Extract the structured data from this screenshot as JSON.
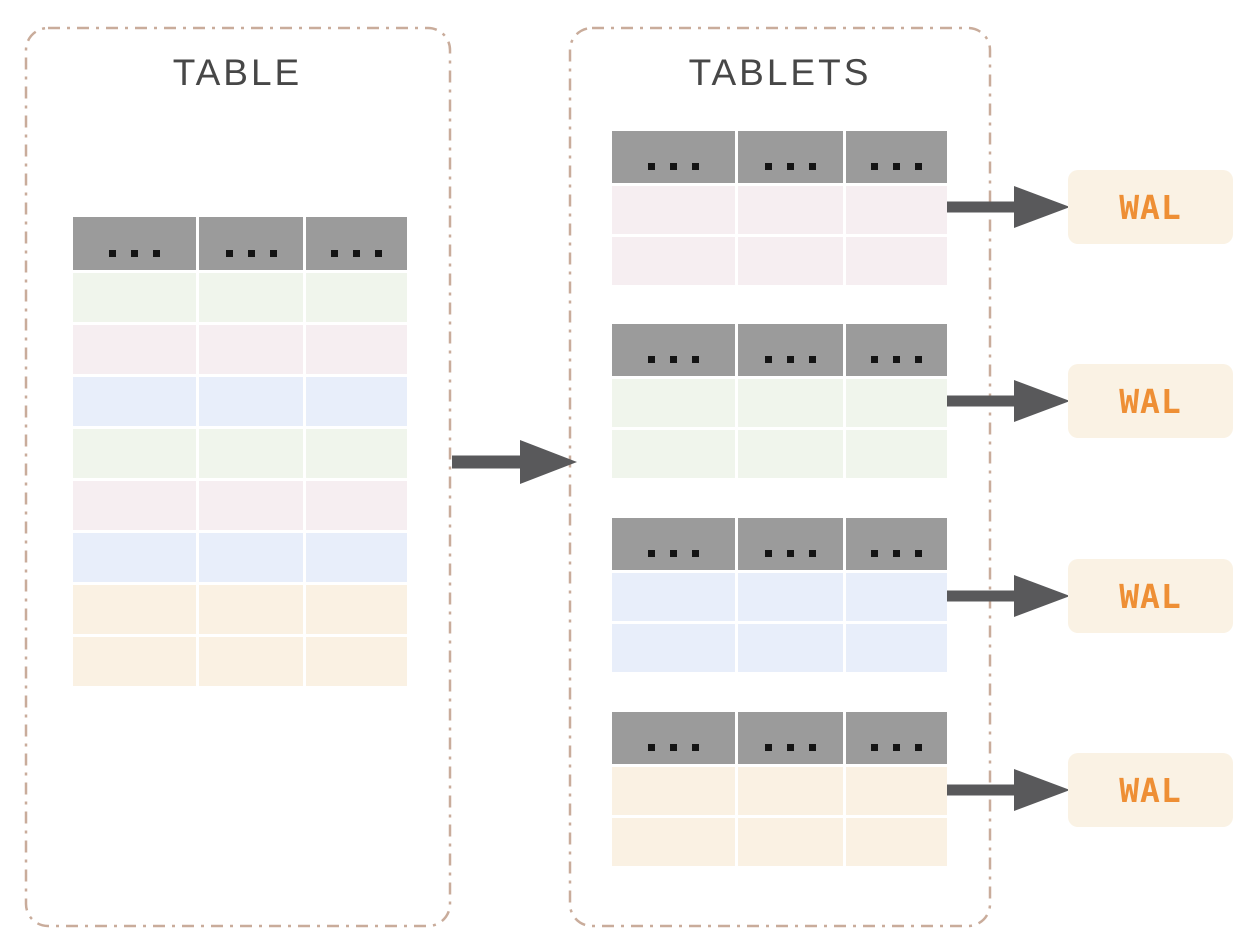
{
  "colors": {
    "border": "#c9ac9b",
    "header_gray": "#9b9b9b",
    "dot_black": "#141414",
    "arrow_gray": "#59595b",
    "title_text": "#474747",
    "wal_bg": "#faf2e4",
    "wal_text": "#ee8f35",
    "row_green": "#f0f5ec",
    "row_pink": "#f6eef1",
    "row_blue": "#e8eefa",
    "row_orange": "#faf1e3"
  },
  "grid": {
    "columns": 3,
    "header_ellipsis": "..."
  },
  "table_panel": {
    "title": "TABLE",
    "row_colors": [
      "green",
      "pink",
      "blue",
      "green",
      "pink",
      "blue",
      "orange",
      "orange"
    ]
  },
  "tablets_panel": {
    "title": "TABLETS",
    "tablets": [
      {
        "row_color": "pink",
        "rows": 2,
        "wal": "WAL"
      },
      {
        "row_color": "green",
        "rows": 2,
        "wal": "WAL"
      },
      {
        "row_color": "blue",
        "rows": 2,
        "wal": "WAL"
      },
      {
        "row_color": "orange",
        "rows": 2,
        "wal": "WAL"
      }
    ]
  }
}
